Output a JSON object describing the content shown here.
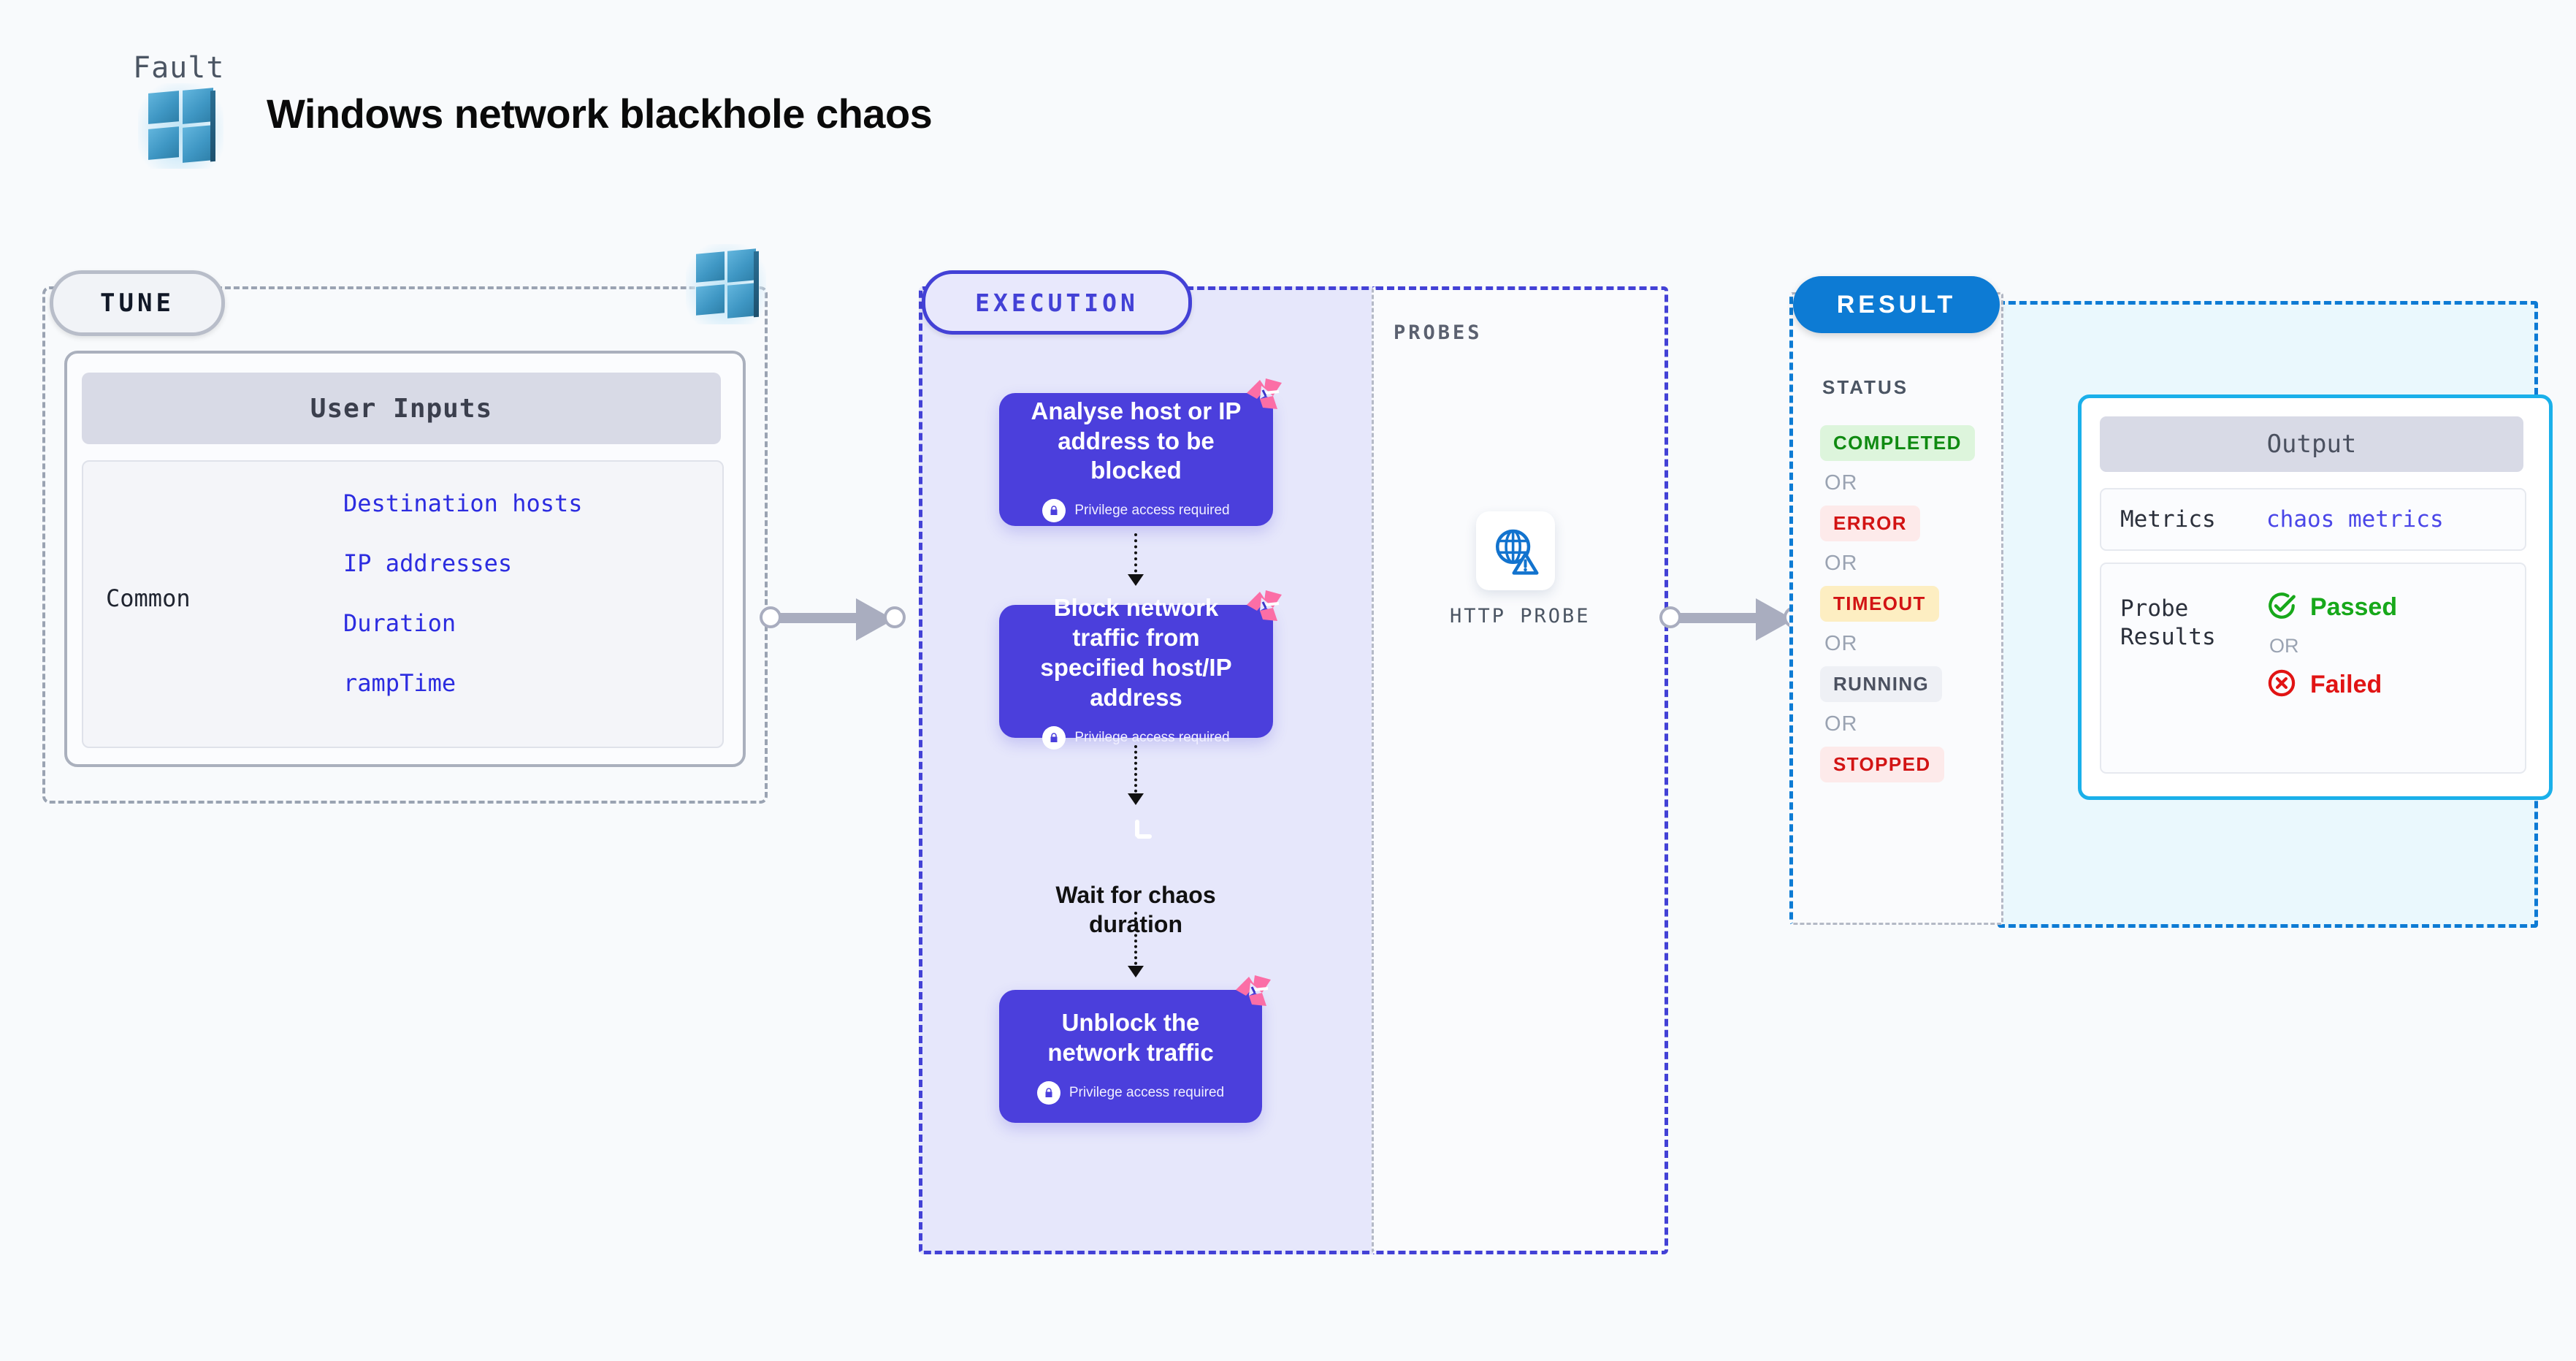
{
  "header": {
    "kicker": "Fault",
    "title": "Windows network blackhole chaos",
    "logo_icon": "windows-logo-icon"
  },
  "tune": {
    "pill_label": "TUNE",
    "logo_icon": "windows-logo-icon",
    "card_header": "User Inputs",
    "group_label": "Common",
    "inputs": [
      "Destination hosts",
      "IP addresses",
      "Duration",
      "rampTime"
    ]
  },
  "connectors": [
    {
      "name": "tune-to-execution"
    },
    {
      "name": "probes-to-result"
    }
  ],
  "execution": {
    "pill_label": "EXECUTION",
    "steps": [
      {
        "title": "Analyse host or IP address to be blocked",
        "privilege": "Privilege access required",
        "lock_icon": "lock-icon",
        "ribbon_icon": "chaos-ribbon-icon"
      },
      {
        "title": "Block network traffic from specified host/IP address",
        "privilege": "Privilege access required",
        "lock_icon": "lock-icon",
        "ribbon_icon": "chaos-ribbon-icon"
      },
      {
        "title": "Unblock the network traffic",
        "privilege": "Privilege access required",
        "lock_icon": "lock-icon",
        "ribbon_icon": "chaos-ribbon-icon"
      }
    ],
    "wait_node": {
      "label": "Wait for chaos duration",
      "icon": "clock-icon"
    }
  },
  "probes": {
    "label": "PROBES",
    "items": [
      {
        "label": "HTTP PROBE",
        "icon": "globe-warning-icon"
      }
    ]
  },
  "result": {
    "pill_label": "RESULT",
    "status_label": "STATUS",
    "or_label": "OR",
    "statuses": [
      {
        "label": "COMPLETED",
        "bg": "#ddf5dc",
        "fg": "#0f8a11"
      },
      {
        "label": "ERROR",
        "bg": "#fdeaea",
        "fg": "#d21414"
      },
      {
        "label": "TIMEOUT",
        "bg": "#fdeec2",
        "fg": "#d21414"
      },
      {
        "label": "RUNNING",
        "bg": "#eef0f5",
        "fg": "#4b5160"
      },
      {
        "label": "STOPPED",
        "bg": "#fdeaea",
        "fg": "#d21414"
      }
    ],
    "output": {
      "header": "Output",
      "metrics_key": "Metrics",
      "metrics_value": "chaos metrics",
      "probe_results_key": "Probe Results",
      "passed_label": "Passed",
      "failed_label": "Failed",
      "or_label": "OR",
      "pass_icon": "check-circle-icon",
      "fail_icon": "x-circle-icon"
    }
  },
  "colors": {
    "execution_purple": "#4b3fdc",
    "execution_panel_bg": "#e6e7fb",
    "result_blue": "#0d7bd4",
    "output_border": "#1ab0ea",
    "ribbon_pink": "#fb6ea6"
  }
}
